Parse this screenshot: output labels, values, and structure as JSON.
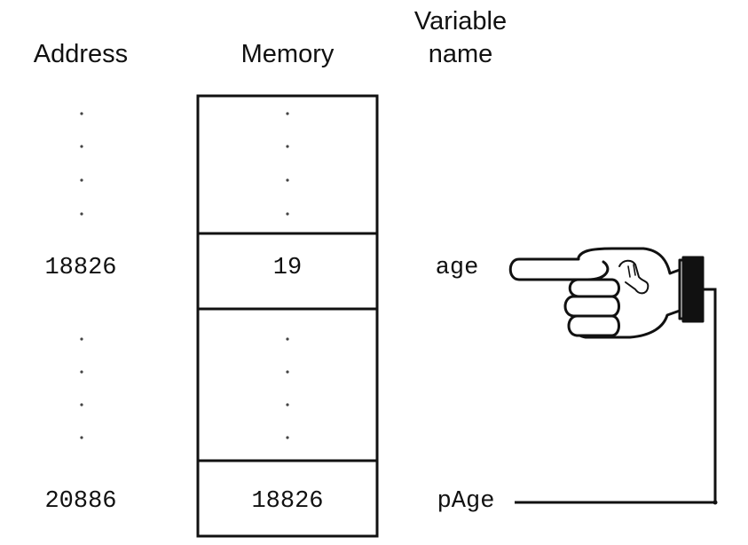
{
  "headers": {
    "address": "Address",
    "memory": "Memory",
    "variable_line1": "Variable",
    "variable_line2": "name"
  },
  "rows": {
    "age": {
      "address": "18826",
      "value": "19",
      "name": "age"
    },
    "page": {
      "address": "20886",
      "value": "18826",
      "name": "pAge"
    }
  },
  "ellipsis": "."
}
